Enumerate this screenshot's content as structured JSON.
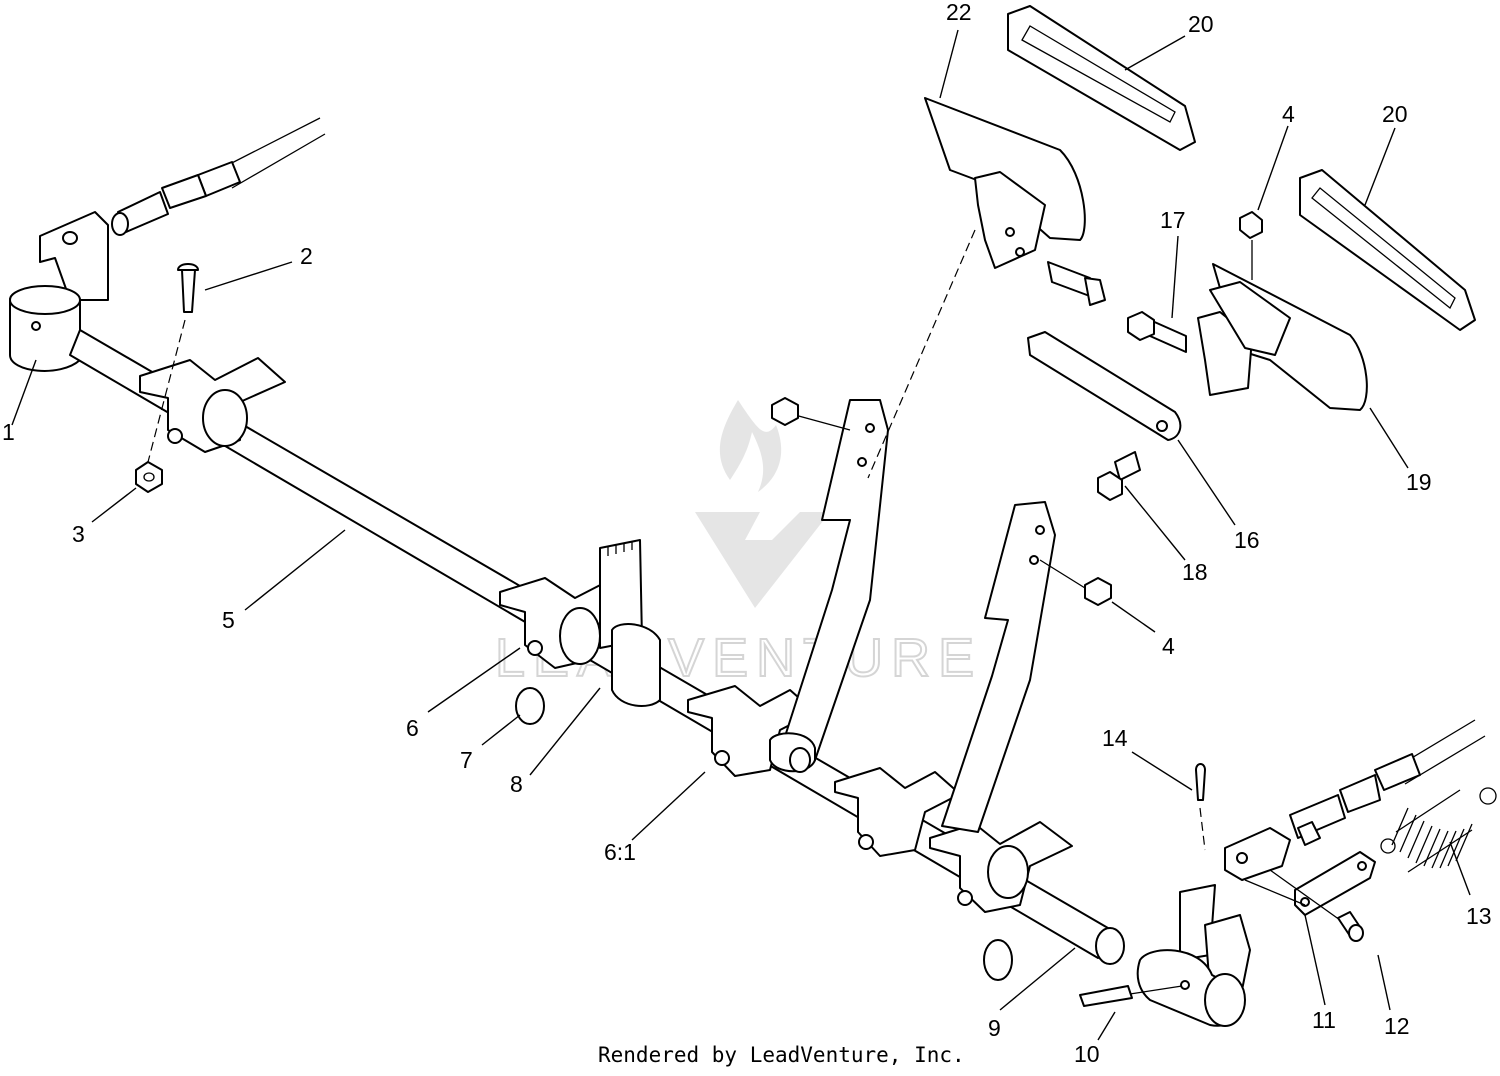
{
  "diagram": {
    "callouts": [
      "22",
      "20",
      "4",
      "20",
      "17",
      "2",
      "1",
      "3",
      "5",
      "19",
      "16",
      "18",
      "4",
      "6",
      "7",
      "8",
      "6:1",
      "14",
      "13",
      "9",
      "10",
      "11",
      "12"
    ],
    "watermark": "LEADVENTURE",
    "footer": "Rendered by LeadVenture, Inc."
  }
}
